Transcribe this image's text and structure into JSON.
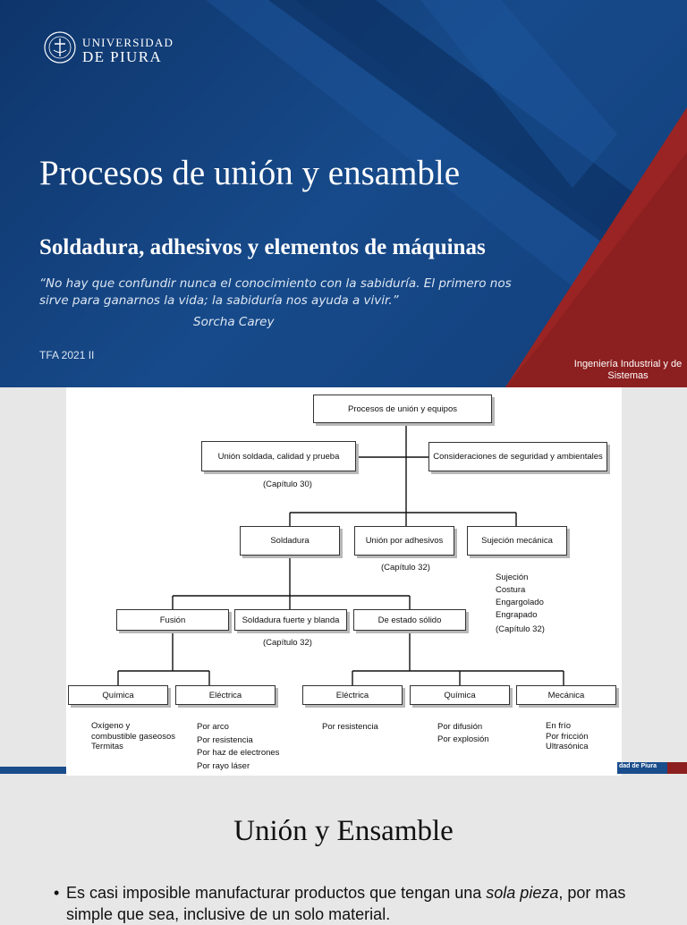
{
  "slide1": {
    "logo": {
      "line1": "UNIVERSIDAD",
      "line2": "DE PIURA",
      "icon": "university-seal-icon"
    },
    "title": "Procesos de unión y ensamble",
    "subtitle": "Soldadura, adhesivos y elementos de máquinas",
    "quote": "“No hay que confundir nunca el conocimiento con la sabiduría. El primero nos sirve para ganarnos la vida; la sabiduría nos ayuda a vivir.”",
    "author": "Sorcha Carey",
    "course": "TFA 2021 II",
    "faculty": "Ingeniería Industrial y de Sistemas",
    "colors": {
      "blue": "#123f7b",
      "red": "#8c1f1f"
    }
  },
  "slide2": {
    "footer": "dad de Piura",
    "boxes": {
      "root": "Procesos de unión y equipos",
      "welded": "Unión soldada, calidad y prueba",
      "safety": "Consideraciones de seguridad y ambientales",
      "welding": "Soldadura",
      "adhesive": "Unión por adhesivos",
      "mechanical": "Sujeción mecánica",
      "fusion": "Fusión",
      "brazing": "Soldadura fuerte y blanda",
      "solid": "De estado sólido",
      "f_chem": "Química",
      "f_elec": "Eléctrica",
      "s_elec": "Eléctrica",
      "s_chem": "Química",
      "s_mech": "Mecánica"
    },
    "notes": {
      "cap30": "(Capítulo 30)",
      "cap32a": "(Capítulo 32)",
      "cap32b": "(Capítulo 32)",
      "mech_list": [
        "Sujeción",
        "Costura",
        "Engargolado",
        "Engrapado",
        "(Capítulo 32)"
      ],
      "f_chem_list": [
        "Oxígeno y",
        "combustible gaseosos",
        "Termitas"
      ],
      "f_elec_list": [
        "Por arco",
        "Por resistencia",
        "Por haz de electrones",
        "Por rayo láser"
      ],
      "s_elec_list": [
        "Por resistencia"
      ],
      "s_chem_list": [
        "Por difusión",
        "Por explosión"
      ],
      "s_mech_list": [
        "En frío",
        "Por fricción",
        "Ultrasónica"
      ]
    }
  },
  "slide3": {
    "heading": "Unión y Ensamble",
    "bullet_a": "Es casi imposible manufacturar productos que tengan una ",
    "bullet_italic": "sola pieza",
    "bullet_b": ", por mas simple que sea, inclusive de un solo material.",
    "bullet_symbol": "•"
  }
}
